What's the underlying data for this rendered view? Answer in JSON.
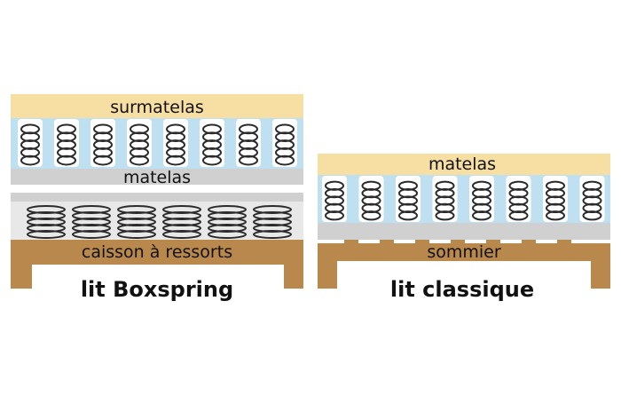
{
  "boxspring": {
    "topper_label": "surmatelas",
    "mattress_label": "matelas",
    "base_label": "caisson à ressorts",
    "caption": "lit Boxspring"
  },
  "classic": {
    "mattress_label": "matelas",
    "base_label": "sommier",
    "caption": "lit classique"
  },
  "colors": {
    "topper": "#f7dea3",
    "pocket": "#bfe0f0",
    "coil": "#2b2b2b",
    "gray_layer": "#d0d0d0",
    "box_fill": "#e8e8e8",
    "wood": "#b9884c"
  }
}
